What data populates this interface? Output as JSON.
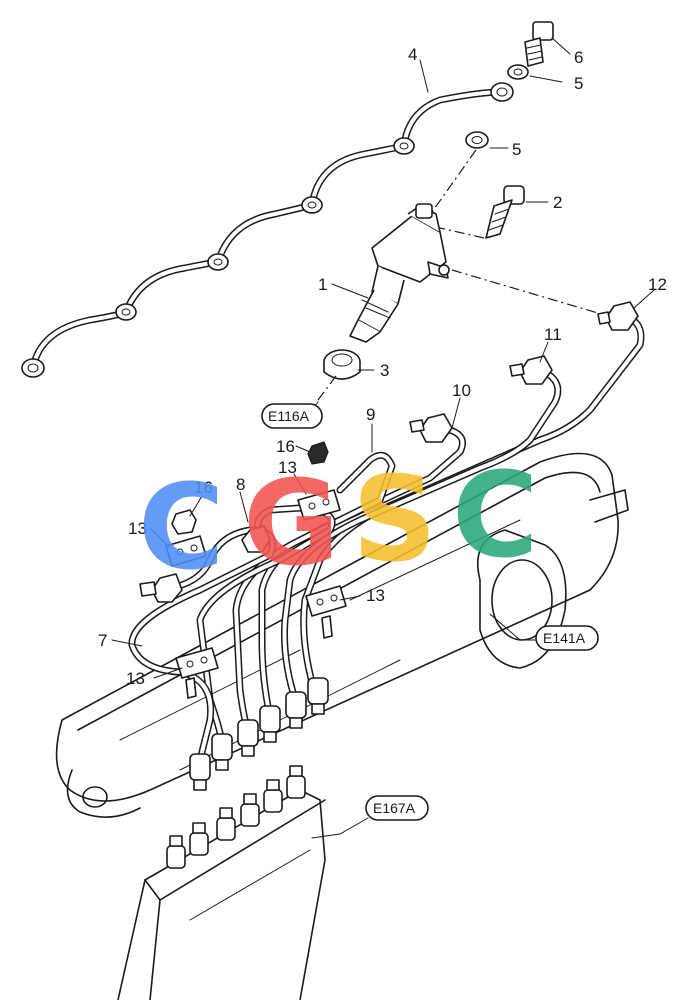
{
  "diagram": {
    "callouts": {
      "c1": "1",
      "c2": "2",
      "c3": "3",
      "c4": "4",
      "c5a": "5",
      "c5b": "5",
      "c6": "6",
      "c7": "7",
      "c8": "8",
      "c9": "9",
      "c10": "10",
      "c11": "11",
      "c12": "12",
      "c13a": "13",
      "c13b": "13",
      "c13c": "13",
      "c13d": "13",
      "c16a": "16",
      "c16b": "16"
    },
    "references": {
      "r1": "E116A",
      "r2": "E141A",
      "r3": "E167A"
    },
    "watermark": {
      "letters": [
        "C",
        "G",
        "S",
        "C"
      ],
      "colors": [
        "#4f8ef7",
        "#f0544f",
        "#f5c02d",
        "#2aa876"
      ]
    }
  }
}
